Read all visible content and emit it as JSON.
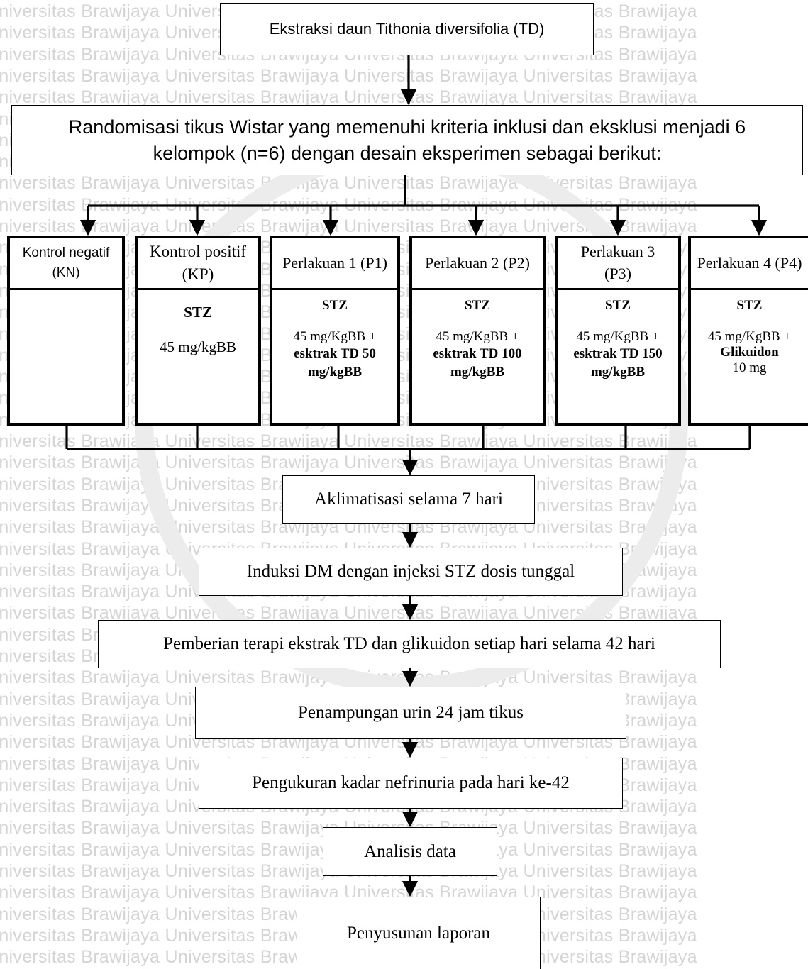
{
  "watermark": {
    "rows": [
      "Universitas Brawijaya   Universitas Brawijaya   Universitas Brawijaya   Universitas Brawijaya",
      "Universitas Brawijaya   Universitas Brawijaya   Universitas Brawijaya   Universitas Brawijaya",
      "Universitas Brawijaya   Universitas Brawijaya   Universitas Brawijaya   Universitas Brawijaya",
      "Universitas Brawijaya   Universitas Brawijaya   Universitas Brawijaya   Universitas Brawijaya",
      "Universitas Brawijaya   Universitas Brawijaya   Universitas Brawijaya   Universitas Brawijaya",
      "Universitas Brawijaya   Universitas Brawijaya   Universitas Brawijaya   Universitas Brawijaya",
      "Universitas Brawijaya   Universitas Brawijaya   Universitas Brawijaya   Universitas Brawijaya",
      "Universitas Brawijaya   Universitas Brawijaya   Universitas Brawijaya   Universitas Brawijaya",
      "Universitas Brawijaya   Universitas Brawijaya   Universitas Brawijaya   Universitas Brawijaya",
      "Universitas Brawijaya   Universitas Brawijaya   Universitas Brawijaya   Universitas Brawijaya",
      "Universitas Brawijaya   Universitas Brawijaya   Universitas Brawijaya   Universitas Brawijaya",
      "Universitas Brawijaya   Universitas Brawijaya   Universitas Brawijaya   Universitas Brawijaya",
      "Universitas Brawijaya   Universitas Brawijaya   Universitas Brawijaya   Universitas Brawijaya",
      "Universitas Brawijaya   Universitas Brawijaya   Universitas Brawijaya   Universitas Brawijaya",
      "Universitas Brawijaya   Universitas Brawijaya   Universitas Brawijaya   Universitas Brawijaya",
      "Universitas Brawijaya   Universitas Brawijaya   Universitas Brawijaya   Universitas Brawijaya",
      "Universitas Brawijaya   Universitas Brawijaya   Universitas Brawijaya   Universitas Brawijaya",
      "Universitas Brawijaya   Universitas Brawijaya   Universitas Brawijaya   Universitas Brawijaya",
      "Universitas Brawijaya   Universitas Brawijaya   Universitas Brawijaya   Universitas Brawijaya",
      "Universitas Brawijaya   Universitas Brawijaya   Universitas Brawijaya   Universitas Brawijaya",
      "Universitas Brawijaya   Universitas Brawijaya   Universitas Brawijaya   Universitas Brawijaya",
      "Universitas Brawijaya   Universitas Brawijaya   Universitas Brawijaya   Universitas Brawijaya",
      "Universitas Brawijaya   Universitas Brawijaya   Universitas Brawijaya   Universitas Brawijaya",
      "Universitas Brawijaya   Universitas Brawijaya   Universitas Brawijaya   Universitas Brawijaya",
      "Universitas Brawijaya   Universitas Brawijaya   Universitas Brawijaya   Universitas Brawijaya",
      "Universitas Brawijaya   Universitas Brawijaya   Universitas Brawijaya   Universitas Brawijaya",
      "Universitas Brawijaya   Universitas Brawijaya   Universitas Brawijaya   Universitas Brawijaya",
      "Universitas Brawijaya   Universitas Brawijaya   Universitas Brawijaya   Universitas Brawijaya",
      "Universitas Brawijaya   Universitas Brawijaya   Universitas Brawijaya   Universitas Brawijaya",
      "Universitas Brawijaya   Universitas Brawijaya   Universitas Brawijaya   Universitas Brawijaya",
      "Universitas Brawijaya   Universitas Brawijaya   Universitas Brawijaya   Universitas Brawijaya",
      "Universitas Brawijaya   Universitas Brawijaya   Universitas Brawijaya   Universitas Brawijaya",
      "Universitas Brawijaya   Universitas Brawijaya   Universitas Brawijaya   Universitas Brawijaya",
      "Universitas Brawijaya   Universitas Brawijaya   Universitas Brawijaya   Universitas Brawijaya",
      "Universitas Brawijaya   Universitas Brawijaya   Universitas Brawijaya   Universitas Brawijaya",
      "Universitas Brawijaya   Universitas Brawijaya   Universitas Brawijaya   Universitas Brawijaya",
      "Universitas Brawijaya   Universitas Brawijaya   Universitas Brawijaya   Universitas Brawijaya",
      "Universitas Brawijaya   Universitas Brawijaya   Universitas Brawijaya   Universitas Brawijaya",
      "Universitas Brawijaya   Universitas Brawijaya   Universitas Brawijaya   Universitas Brawijaya",
      "Universitas Brawijaya   Universitas Brawijaya   Universitas Brawijaya   Universitas Brawijaya",
      "Universitas Brawijaya   Universitas Brawijaya   Universitas Brawijaya   Universitas Brawijaya",
      "Universitas Brawijaya   Universitas Brawijaya   Universitas Brawijaya   Universitas Brawijaya",
      "Universitas Brawijaya   Universitas Brawijaya   Universitas Brawijaya   Universitas Brawijaya",
      "Universitas Brawijaya   Universitas Brawijaya   Universitas Brawijaya   Universitas Brawijaya",
      "Universitas Brawijaya   Universitas Brawijaya   Universitas Brawijaya   Universitas Brawijaya"
    ]
  },
  "steps": {
    "extraction": "Ekstraksi daun Tithonia diversifolia (TD)",
    "randomization": "Randomisasi tikus Wistar yang memenuhi kriteria inklusi dan eksklusi menjadi 6 kelompok (n=6) dengan desain eksperimen sebagai berikut:",
    "acclimatization": "Aklimatisasi selama 7 hari",
    "induction": "Induksi DM dengan injeksi STZ dosis tunggal",
    "therapy": "Pemberian terapi ekstrak TD dan glikuidon setiap hari selama 42 hari",
    "urine": "Penampungan urin 24 jam tikus",
    "measurement": "Pengukuran kadar nefrinuria pada hari ke-42",
    "analysis": "Analisis data",
    "report": "Penyusunan laporan"
  },
  "groups": [
    {
      "title": "Kontrol negatif (KN)",
      "body_top": "",
      "body_mid": "",
      "body_bold": "",
      "body_tail": ""
    },
    {
      "title": "Kontrol positif (KP)",
      "body_top": "STZ",
      "body_mid": "45 mg/kgBB",
      "body_bold": "",
      "body_tail": ""
    },
    {
      "title": "Perlakuan 1 (P1)",
      "body_top": "STZ",
      "body_mid": "45 mg/KgBB +",
      "body_bold": "esktrak TD 50 mg/kgBB",
      "body_tail": ""
    },
    {
      "title": "Perlakuan 2 (P2)",
      "body_top": "STZ",
      "body_mid": "45 mg/KgBB +",
      "body_bold": "esktrak TD 100 mg/kgBB",
      "body_tail": ""
    },
    {
      "title": "Perlakuan 3 (P3)",
      "body_top": "STZ",
      "body_mid": "45 mg/KgBB +",
      "body_bold": "esktrak TD 150 mg/kgBB",
      "body_tail": ""
    },
    {
      "title": "Perlakuan 4 (P4)",
      "body_top": "STZ",
      "body_mid": "45 mg/KgBB +",
      "body_bold": "Glikuidon",
      "body_tail": "10 mg"
    }
  ]
}
